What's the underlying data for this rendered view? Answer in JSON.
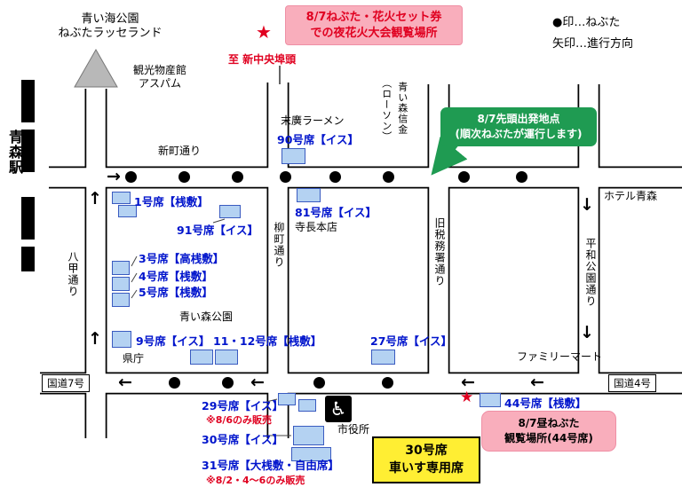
{
  "legend": {
    "nebuta": "●印…ねぶた",
    "direction": "矢印…進行方向"
  },
  "callouts": {
    "fireworks_line1": "8/7ねぶた・花火セット券",
    "fireworks_line2": "での夜花火大会観覧場所",
    "to_pier": "至 新中央埠頭",
    "start_line1": "8/7先頭出発地点",
    "start_line2": "(順次ねぶたが運行します)",
    "wheelchair_line1": "30号席",
    "wheelchair_line2": "車いす専用席",
    "daytime_line1": "8/7昼ねぶた",
    "daytime_line2": "観覧場所(44号席)"
  },
  "places": {
    "park_north_1": "青い海公園",
    "park_north_2": "ねぶたラッセランド",
    "aspam_1": "観光物産館",
    "aspam_2": "アスパム",
    "station": "青森駅",
    "ramen": "末廣ラーメン",
    "shinkin": "青い森信金",
    "shinkin_sub": "（ローソン）",
    "teracho": "寺長本店",
    "pref_office": "県庁",
    "park_central": "青い森公園",
    "city_hall": "市役所",
    "familymart": "ファミリーマート",
    "hotel": "ホテル青森"
  },
  "streets": {
    "shinmachi": "新町通り",
    "hakko": "八甲通り",
    "yanagimachi": "柳町通り",
    "kyuzeimusho": "旧税務署通り",
    "heiwakoen": "平和公園通り",
    "route7": "国道7号",
    "route4": "国道4号"
  },
  "seats": {
    "s90": "90号席【イス】",
    "s1": "1号席【桟敷】",
    "s91": "91号席【イス】",
    "s81": "81号席【イス】",
    "s3": "3号席【高桟敷】",
    "s4": "4号席【桟敷】",
    "s5": "5号席【桟敷】",
    "s9": "9号席【イス】",
    "s11_12": "11・12号席【桟敷】",
    "s27": "27号席【イス】",
    "s29": "29号席【イス】",
    "s29_note": "※8/6のみ販売",
    "s30": "30号席【イス】",
    "s31": "31号席【大桟敷・自由席】",
    "s31_note": "※8/2・4～6のみ販売",
    "s44": "44号席【桟敷】"
  },
  "icons": {
    "wheelchair": "♿",
    "star": "★"
  },
  "arrows": [
    "→",
    "↑",
    "↑",
    "↓",
    "↓",
    "←",
    "←",
    "←",
    "←"
  ],
  "colors": {
    "seat_label": "#0014cc",
    "seat_fill": "#b4d2f2",
    "seat_border": "#3a5bc0",
    "red_accent": "#e00020",
    "pink_box": "#f9aebc",
    "green_box": "#1f9b52",
    "yellow_box": "#ffee33",
    "triangle_gray": "#b8b8b8"
  }
}
